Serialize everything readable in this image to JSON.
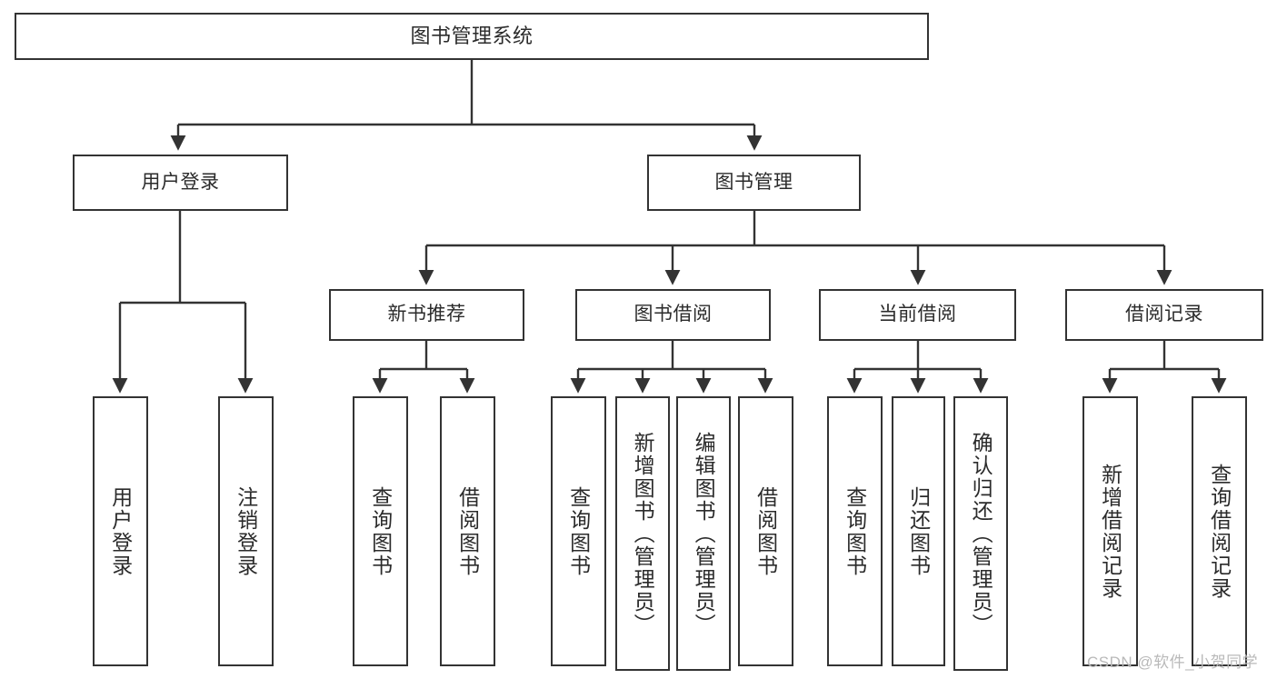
{
  "diagram": {
    "title": "图书管理系统",
    "type": "tree",
    "orientation": "top-down",
    "colors": {
      "box_border": "#333333",
      "box_fill": "#ffffff",
      "edge": "#333333",
      "text": "#2b2b2b",
      "watermark": "#b9b9b9",
      "background": "#ffffff"
    },
    "levels": {
      "root": [
        "图书管理系统"
      ],
      "level2": [
        "用户登录",
        "图书管理"
      ],
      "level3": [
        "新书推荐",
        "图书借阅",
        "当前借阅",
        "借阅记录"
      ],
      "level4": [
        "用户登录",
        "注销登录",
        "查询图书",
        "借阅图书",
        "查询图书",
        "新增图书（管理员）",
        "编辑图书（管理员）",
        "借阅图书",
        "查询图书",
        "归还图书",
        "确认归还（管理员）",
        "新增借阅记录",
        "查询借阅记录"
      ]
    },
    "nodes": {
      "root": {
        "id": "root",
        "label": "图书管理系统"
      },
      "user_login": {
        "id": "user-login",
        "label": "用户登录"
      },
      "book_mgmt": {
        "id": "book-management",
        "label": "图书管理"
      },
      "new_book_rec": {
        "id": "new-book-recommendation",
        "label": "新书推荐"
      },
      "book_borrow": {
        "id": "book-borrow",
        "label": "图书借阅"
      },
      "current_borrow": {
        "id": "current-borrow",
        "label": "当前借阅"
      },
      "borrow_record": {
        "id": "borrow-record",
        "label": "借阅记录"
      },
      "leaf_user_login": {
        "id": "leaf-user-login",
        "label": "用户登录"
      },
      "leaf_logout": {
        "id": "leaf-logout",
        "label": "注销登录"
      },
      "leaf_query_book_1": {
        "id": "leaf-query-book-1",
        "label": "查询图书"
      },
      "leaf_borrow_book_1": {
        "id": "leaf-borrow-book-1",
        "label": "借阅图书"
      },
      "leaf_query_book_2": {
        "id": "leaf-query-book-2",
        "label": "查询图书"
      },
      "leaf_add_book": {
        "id": "leaf-add-book",
        "label": "新增图书（管理员）"
      },
      "leaf_edit_book": {
        "id": "leaf-edit-book",
        "label": "编辑图书（管理员）"
      },
      "leaf_borrow_book_2": {
        "id": "leaf-borrow-book-2",
        "label": "借阅图书"
      },
      "leaf_query_book_3": {
        "id": "leaf-query-book-3",
        "label": "查询图书"
      },
      "leaf_return_book": {
        "id": "leaf-return-book",
        "label": "归还图书"
      },
      "leaf_confirm_return": {
        "id": "leaf-confirm-return",
        "label": "确认归还（管理员）"
      },
      "leaf_add_record": {
        "id": "leaf-add-record",
        "label": "新增借阅记录"
      },
      "leaf_query_record": {
        "id": "leaf-query-record",
        "label": "查询借阅记录"
      }
    },
    "edges": [
      {
        "from": "图书管理系统",
        "to": "用户登录"
      },
      {
        "from": "图书管理系统",
        "to": "图书管理"
      },
      {
        "from": "用户登录",
        "to": "用户登录"
      },
      {
        "from": "用户登录",
        "to": "注销登录"
      },
      {
        "from": "图书管理",
        "to": "新书推荐"
      },
      {
        "from": "图书管理",
        "to": "图书借阅"
      },
      {
        "from": "图书管理",
        "to": "当前借阅"
      },
      {
        "from": "图书管理",
        "to": "借阅记录"
      },
      {
        "from": "新书推荐",
        "to": "查询图书"
      },
      {
        "from": "新书推荐",
        "to": "借阅图书"
      },
      {
        "from": "图书借阅",
        "to": "查询图书"
      },
      {
        "from": "图书借阅",
        "to": "新增图书（管理员）"
      },
      {
        "from": "图书借阅",
        "to": "编辑图书（管理员）"
      },
      {
        "from": "图书借阅",
        "to": "借阅图书"
      },
      {
        "from": "当前借阅",
        "to": "查询图书"
      },
      {
        "from": "当前借阅",
        "to": "归还图书"
      },
      {
        "from": "当前借阅",
        "to": "确认归还（管理员）"
      },
      {
        "from": "借阅记录",
        "to": "新增借阅记录"
      },
      {
        "from": "借阅记录",
        "to": "查询借阅记录"
      }
    ]
  },
  "watermark": {
    "text": "CSDN @软件_小贺同学"
  }
}
